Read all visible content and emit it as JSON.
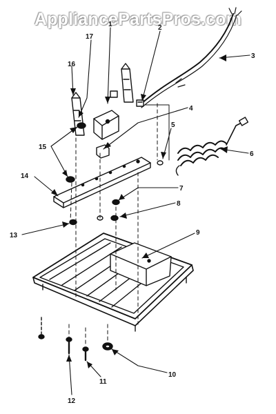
{
  "watermark": "AppliancePartsPros.com",
  "colors": {
    "ink": "#111111",
    "background": "#ffffff",
    "watermark": "#ffffff"
  },
  "callouts": [
    {
      "id": "c1",
      "label": "1"
    },
    {
      "id": "c2",
      "label": "2"
    },
    {
      "id": "c3",
      "label": "3"
    },
    {
      "id": "c4",
      "label": "4"
    },
    {
      "id": "c5",
      "label": "5"
    },
    {
      "id": "c6",
      "label": "6"
    },
    {
      "id": "c7",
      "label": "7"
    },
    {
      "id": "c8",
      "label": "8"
    },
    {
      "id": "c9",
      "label": "9"
    },
    {
      "id": "c10",
      "label": "10"
    },
    {
      "id": "c11",
      "label": "11"
    },
    {
      "id": "c12",
      "label": "12"
    },
    {
      "id": "c13",
      "label": "13"
    },
    {
      "id": "c14",
      "label": "14"
    },
    {
      "id": "c15",
      "label": "15"
    },
    {
      "id": "c16",
      "label": "16"
    },
    {
      "id": "c17",
      "label": "17"
    }
  ]
}
